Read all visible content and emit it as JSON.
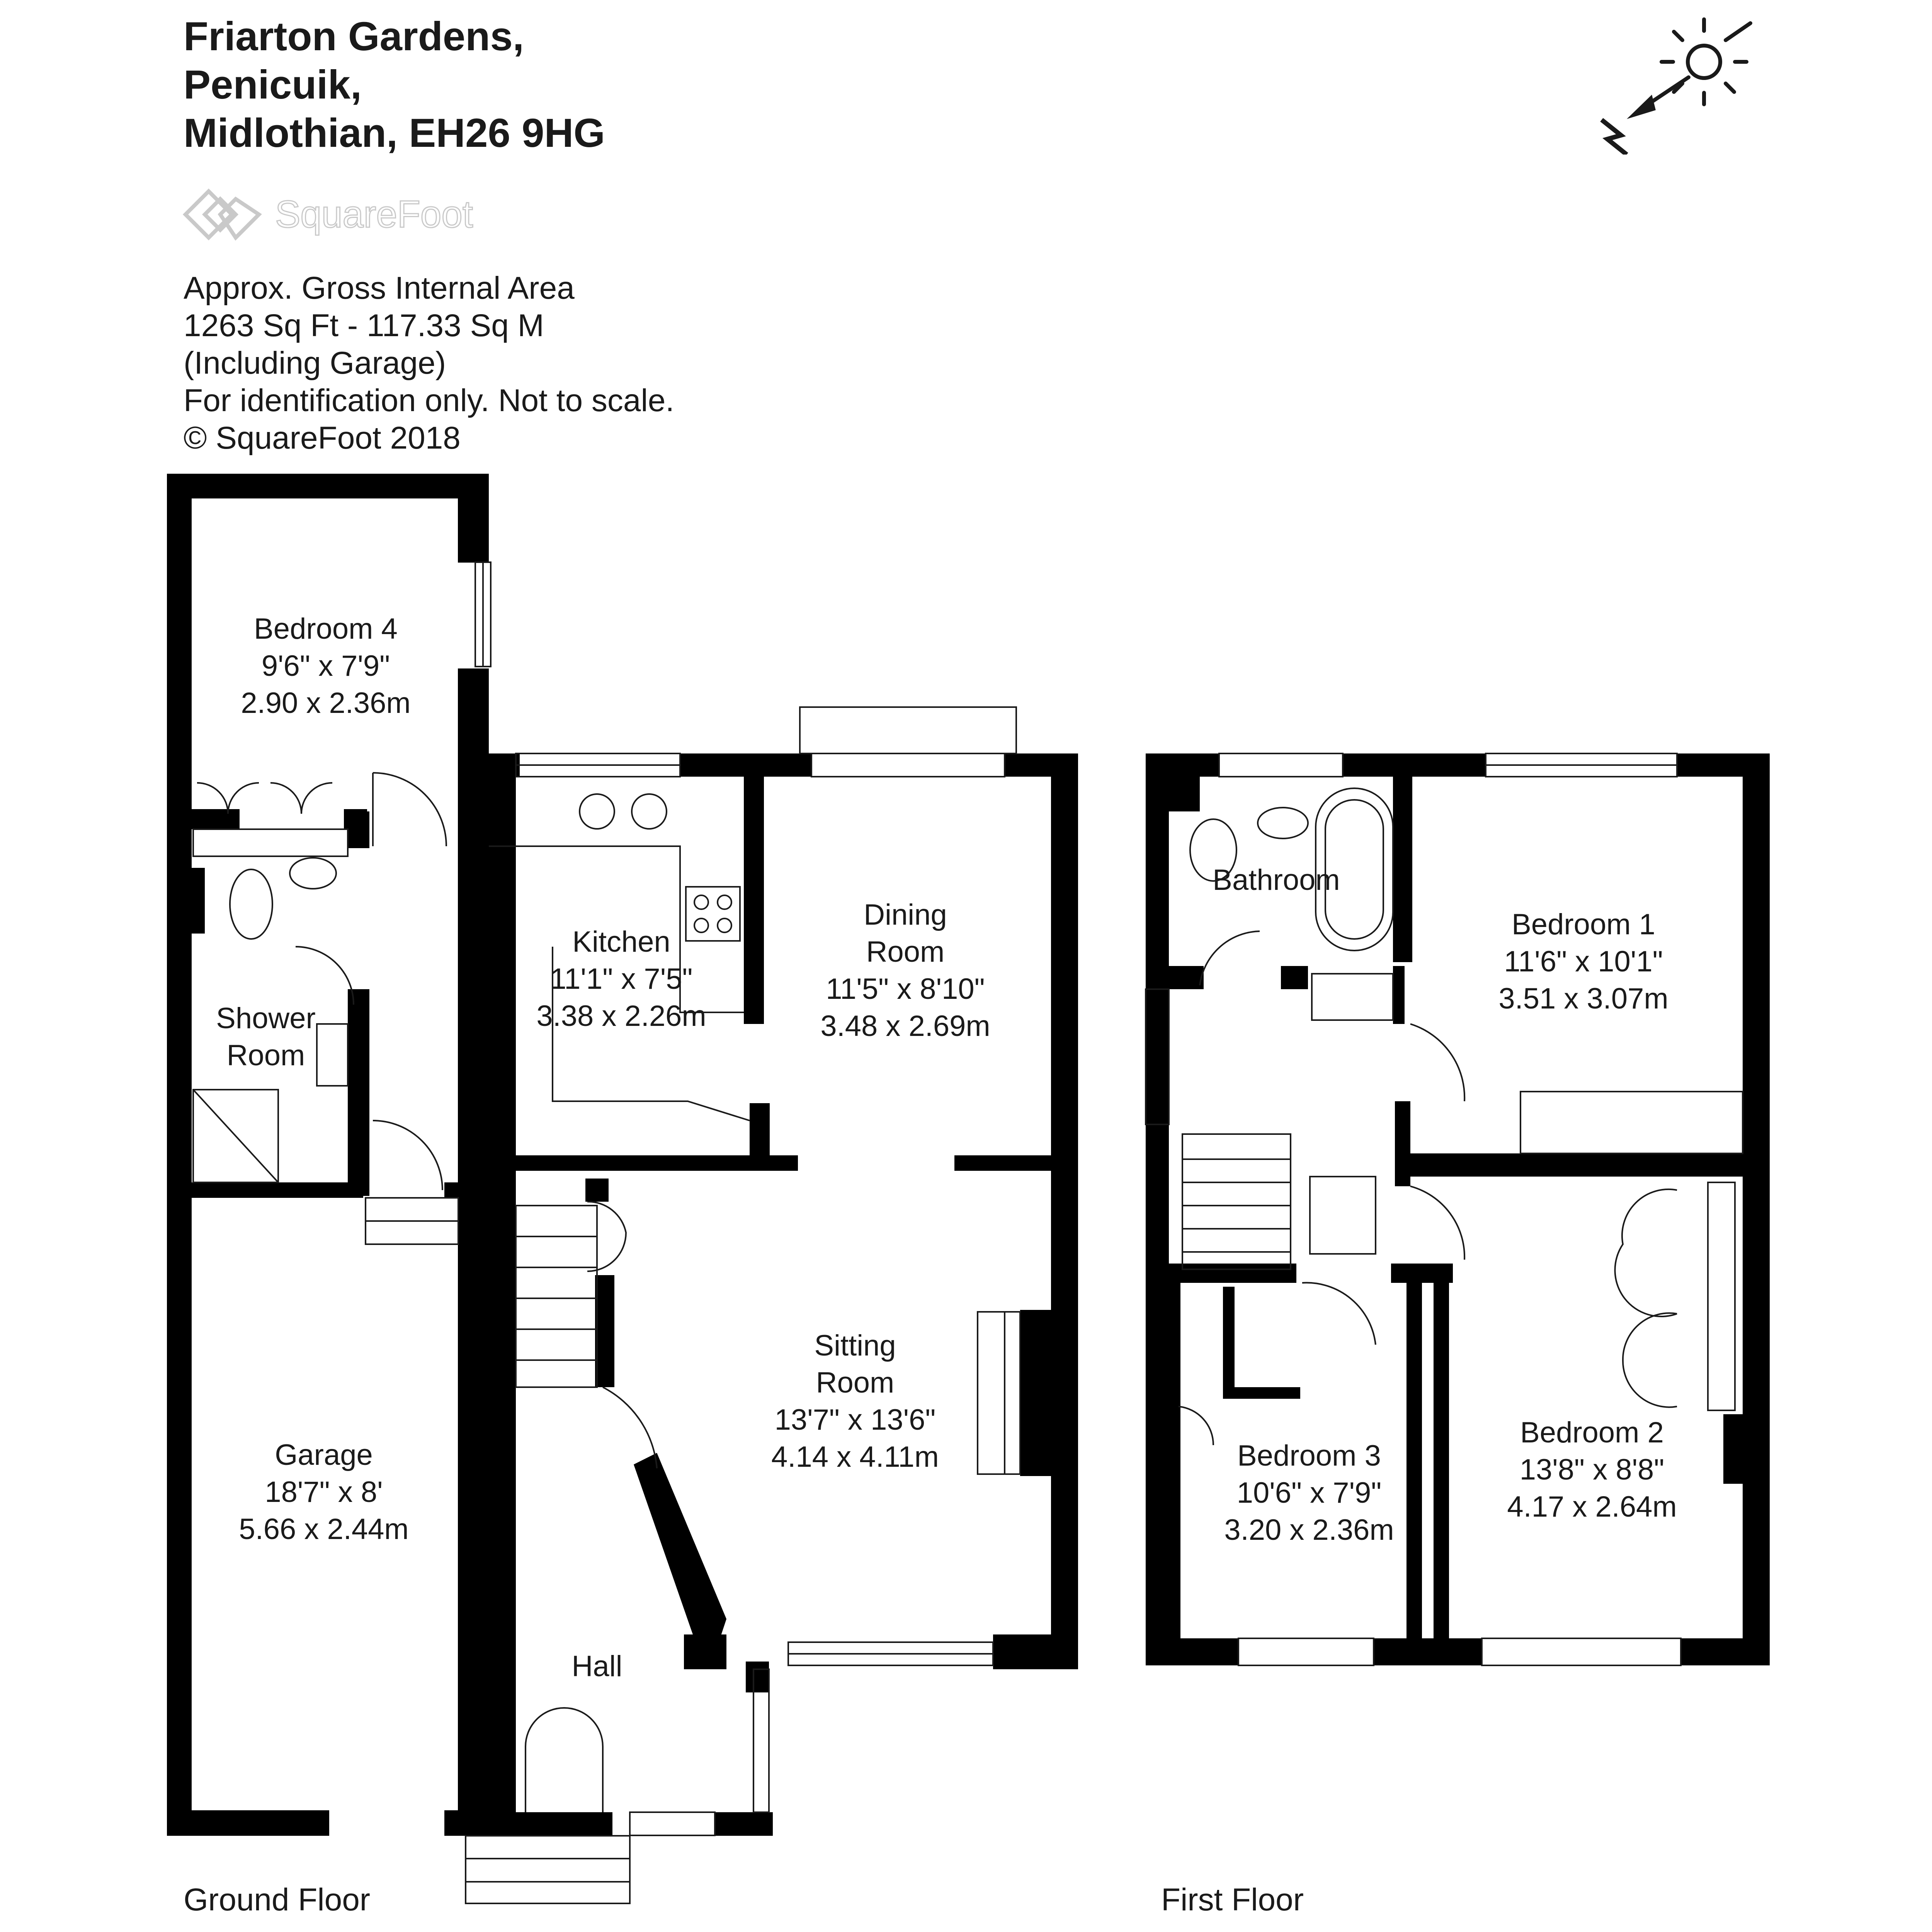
{
  "address": {
    "line1": "Friarton Gardens,",
    "line2": "Penicuik,",
    "line3": "Midlothian, EH26 9HG"
  },
  "brand": {
    "logo_text": "SquareFoot",
    "logo_icon": "squarefoot-logo-icon"
  },
  "info": {
    "line1": "Approx. Gross Internal Area",
    "line2": "1263 Sq Ft  -  117.33 Sq M",
    "line3": "(Including Garage)",
    "line4": "For identification only. Not to scale.",
    "line5": "© SquareFoot 2018"
  },
  "compass": {
    "icon": "north-sun-compass-icon",
    "letter": "N"
  },
  "floors": {
    "ground": "Ground Floor",
    "first": "First Floor"
  },
  "rooms": {
    "bedroom4": {
      "name": "Bedroom 4",
      "imperial": "9'6\" x 7'9\"",
      "metric": "2.90 x 2.36m"
    },
    "shower": {
      "name1": "Shower",
      "name2": "Room"
    },
    "kitchen": {
      "name": "Kitchen",
      "imperial": "11'1\" x 7'5\"",
      "metric": "3.38 x 2.26m"
    },
    "dining": {
      "name1": "Dining",
      "name2": "Room",
      "imperial": "11'5\" x 8'10\"",
      "metric": "3.48 x 2.69m"
    },
    "sitting": {
      "name1": "Sitting",
      "name2": "Room",
      "imperial": "13'7\" x 13'6\"",
      "metric": "4.14 x 4.11m"
    },
    "garage": {
      "name": "Garage",
      "imperial": "18'7\" x 8'",
      "metric": "5.66 x 2.44m"
    },
    "hall": {
      "name": "Hall"
    },
    "bathroom": {
      "name": "Bathroom"
    },
    "bedroom1": {
      "name": "Bedroom 1",
      "imperial": "11'6\" x 10'1\"",
      "metric": "3.51 x 3.07m"
    },
    "bedroom2": {
      "name": "Bedroom 2",
      "imperial": "13'8\" x 8'8\"",
      "metric": "4.17 x 2.64m"
    },
    "bedroom3": {
      "name": "Bedroom 3",
      "imperial": "10'6\" x 7'9\"",
      "metric": "3.20 x 2.36m"
    }
  },
  "colors": {
    "wall": "#000000",
    "line": "#1a1a1a",
    "logo": "#c9c9c9"
  }
}
